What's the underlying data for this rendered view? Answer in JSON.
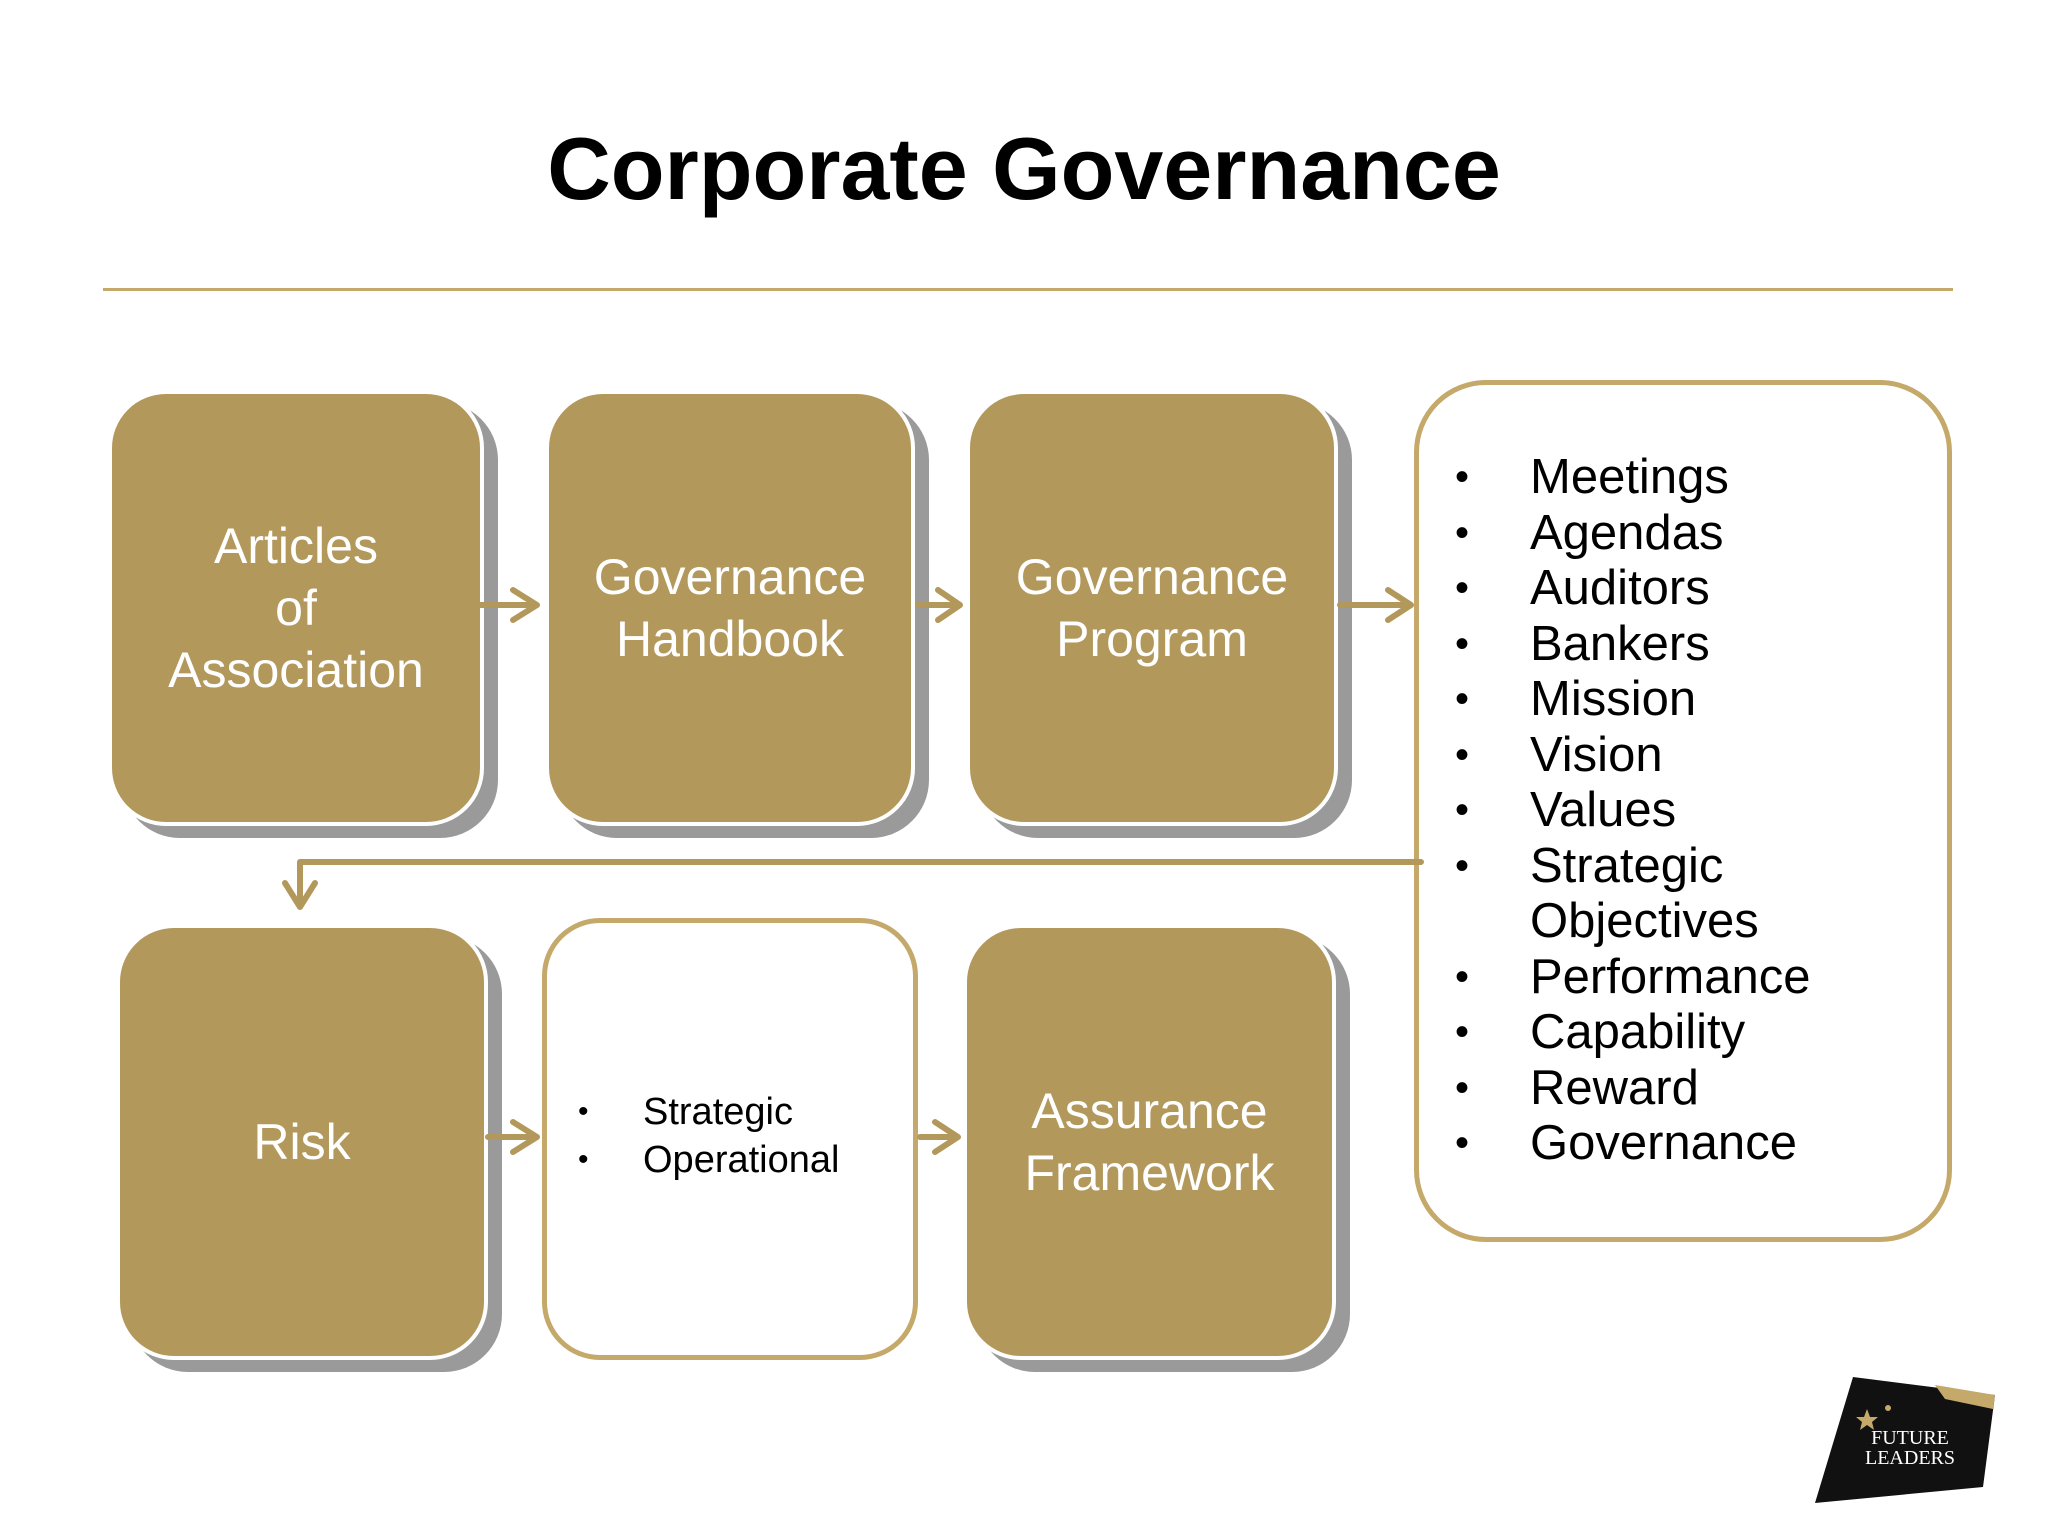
{
  "title": "Corporate Governance",
  "colors": {
    "gold": "#b3985c",
    "gold_line": "#c4a96a",
    "shadow": "#9a9a9a",
    "text_dark": "#000000",
    "text_light": "#ffffff"
  },
  "boxes": {
    "articles": "Articles\nof\nAssociation",
    "handbook": "Governance\nHandbook",
    "program": "Governance\nProgram",
    "risk": "Risk",
    "assurance": "Assurance\nFramework"
  },
  "risk_types": [
    "Strategic",
    "Operational"
  ],
  "program_items": [
    "Meetings",
    "Agendas",
    "Auditors",
    "Bankers",
    "Mission",
    "Vision",
    "Values",
    "Strategic\nObjectives",
    "Performance",
    "Capability",
    "Reward",
    "Governance"
  ],
  "logo": {
    "line1": "FUTURE",
    "line2": "LEADERS",
    "icon": "star-icon"
  }
}
